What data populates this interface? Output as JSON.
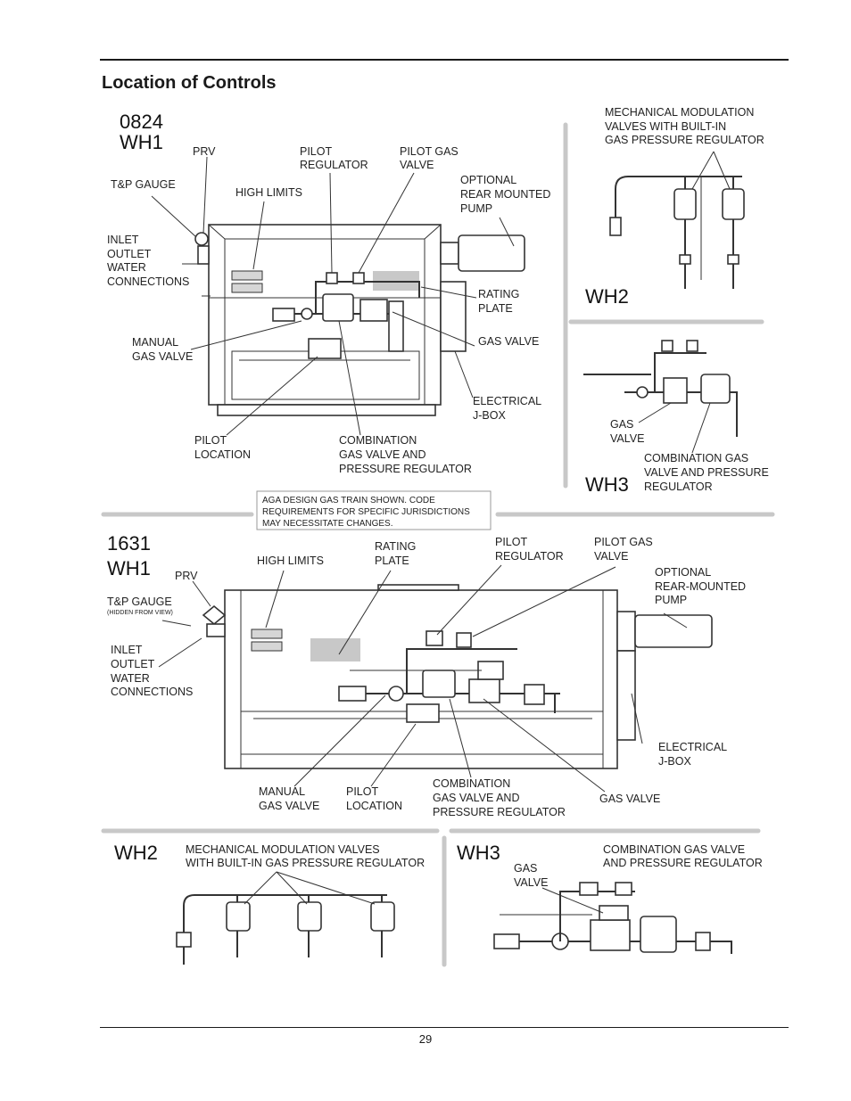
{
  "page": {
    "title": "Location of Controls",
    "page_number": "29"
  },
  "top": {
    "model": "0824",
    "wh1": "WH1",
    "wh2": "WH2",
    "wh3": "WH3",
    "labels": {
      "prv": "PRV",
      "pilot_regulator": [
        "PILOT",
        "REGULATOR"
      ],
      "pilot_gas_valve": [
        "PILOT GAS",
        "VALVE"
      ],
      "tp_gauge": "T&P GAUGE",
      "high_limits": "HIGH LIMITS",
      "optional_pump": [
        "OPTIONAL",
        "REAR MOUNTED",
        "PUMP"
      ],
      "inlet_outlet": [
        "INLET",
        "OUTLET",
        "WATER",
        "CONNECTIONS"
      ],
      "rating_plate": [
        "RATING",
        "PLATE"
      ],
      "gas_valve": "GAS VALVE",
      "manual_gas_valve": [
        "MANUAL",
        "GAS VALVE"
      ],
      "electrical_jbox": [
        "ELECTRICAL",
        "J-BOX"
      ],
      "pilot_location": [
        "PILOT",
        "LOCATION"
      ],
      "combination": [
        "COMBINATION",
        "GAS VALVE AND",
        "PRESSURE REGULATOR"
      ],
      "mech_modulation": [
        "MECHANICAL MODULATION",
        "VALVES WITH BUILT-IN",
        "GAS PRESSURE REGULATOR"
      ],
      "wh3_gas_valve": [
        "GAS",
        "VALVE"
      ],
      "wh3_combination": [
        "COMBINATION GAS",
        "VALVE AND PRESSURE",
        "REGULATOR"
      ]
    }
  },
  "note": [
    "AGA DESIGN GAS TRAIN SHOWN.  CODE",
    "REQUIREMENTS FOR SPECIFIC JURISDICTIONS",
    "MAY NECESSITATE CHANGES."
  ],
  "bottom": {
    "model": "1631",
    "wh1": "WH1",
    "wh2": "WH2",
    "wh3": "WH3",
    "labels": {
      "prv": "PRV",
      "high_limits": "HIGH LIMITS",
      "rating_plate": [
        "RATING",
        "PLATE"
      ],
      "pilot_regulator": [
        "PILOT",
        "REGULATOR"
      ],
      "pilot_gas_valve": [
        "PILOT GAS",
        "VALVE"
      ],
      "optional_pump": [
        "OPTIONAL",
        "REAR-MOUNTED",
        "PUMP"
      ],
      "tp_gauge": "T&P GAUGE",
      "tp_hidden": "(HIDDEN FROM VIEW)",
      "inlet_outlet": [
        "INLET",
        "OUTLET",
        "WATER",
        "CONNECTIONS"
      ],
      "electrical_jbox": [
        "ELECTRICAL",
        "J-BOX"
      ],
      "manual_gas_valve": [
        "MANUAL",
        "GAS VALVE"
      ],
      "pilot_location": [
        "PILOT",
        "LOCATION"
      ],
      "combination": [
        "COMBINATION",
        "GAS VALVE AND",
        "PRESSURE REGULATOR"
      ],
      "gas_valve": "GAS VALVE",
      "wh2_caption": [
        "MECHANICAL MODULATION VALVES",
        "WITH BUILT-IN GAS PRESSURE REGULATOR"
      ],
      "wh3_caption": [
        "COMBINATION GAS VALVE",
        "AND PRESSURE REGULATOR"
      ],
      "wh3_gas_valve": [
        "GAS",
        "VALVE"
      ]
    }
  }
}
